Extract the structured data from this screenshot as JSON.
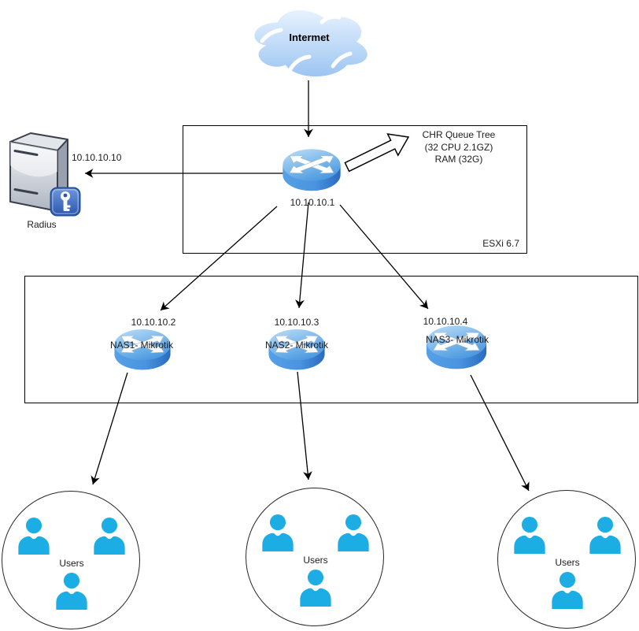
{
  "cloud": {
    "label": "Intermet"
  },
  "core_router": {
    "ip": "10.10.10.1"
  },
  "esxi_box": {
    "label": "ESXi 6.7"
  },
  "chr_note": {
    "lines": [
      "CHR Queue Tree",
      "(32 CPU 2.1GZ)",
      "RAM (32G)"
    ]
  },
  "radius_server": {
    "label": "Radius",
    "ip": "10.10.10.10"
  },
  "nas_routers": [
    {
      "ip": "10.10.10.2",
      "name": "NAS1- Mikrotik"
    },
    {
      "ip": "10.10.10.3",
      "name": "NAS2- Mikrotik"
    },
    {
      "ip": "10.10.10.4",
      "name": "NAS3- Mikrotik"
    }
  ],
  "user_groups": [
    {
      "label": "Users"
    },
    {
      "label": "Users"
    },
    {
      "label": "Users"
    }
  ],
  "colors": {
    "router_blue": "#3C82D6",
    "person_cyan": "#1CADE4",
    "cloud_blue": "#9CC5F2",
    "key_badge_blue": "#2B57AE",
    "line_black": "#000000"
  }
}
